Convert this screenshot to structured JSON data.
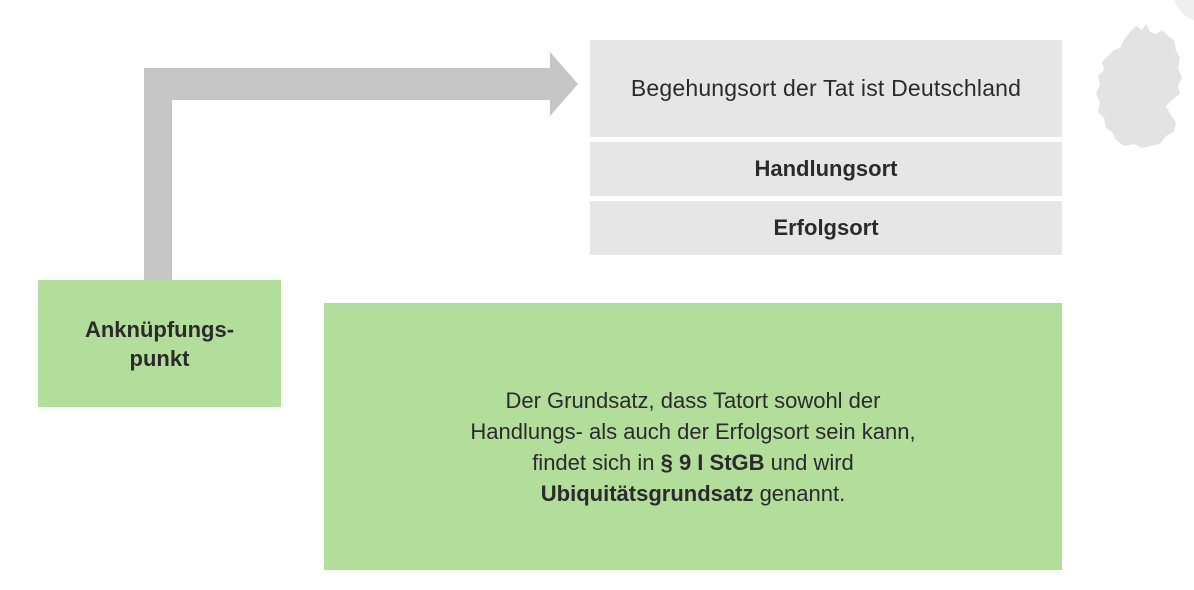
{
  "begehungsort": "Begehungsort der Tat ist Deutschland",
  "handlungsort": "Handlungsort",
  "erfolgsort": "Erfolgsort",
  "anknuepfungspunkt": {
    "line1": "Anknüpfungs-",
    "line2": "punkt"
  },
  "grundsatz": {
    "line1": "Der Grundsatz, dass Tatort sowohl der",
    "line2": "Handlungs- als auch der Erfolgsort sein kann,",
    "line3_pre": "findet sich in ",
    "line3_bold": "§ 9 I StGB",
    "line3_post": " und wird",
    "line4_bold": "Ubiquitätsgrundsatz",
    "line4_post": " genannt."
  },
  "colors": {
    "grey_box": "#e6e6e6",
    "green_box": "#b3dd9b",
    "arrow": "#c6c6c6",
    "map": "#e3e3e3"
  },
  "icons": {
    "map": "germany-map-icon"
  }
}
